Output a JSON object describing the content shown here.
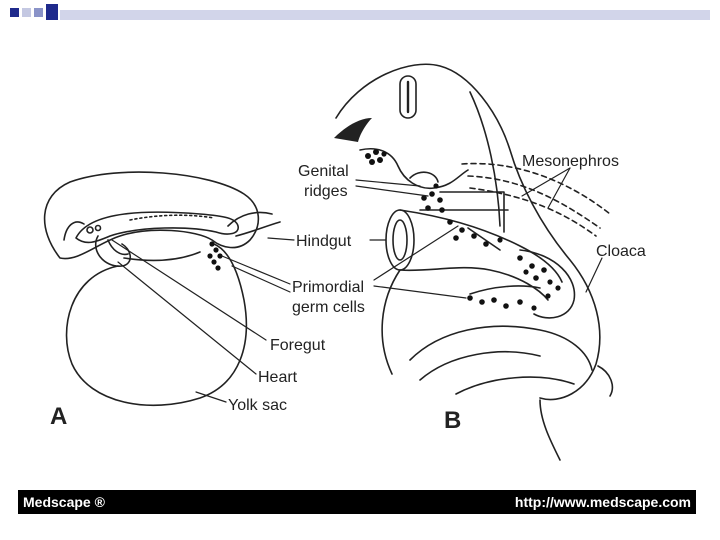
{
  "diagram": {
    "panel_a": {
      "letter": "A",
      "labels": {
        "hindgut": "Hindgut",
        "primordial_1": "Primordial",
        "primordial_2": "germ cells",
        "foregut": "Foregut",
        "heart": "Heart",
        "yolk_sac": "Yolk sac"
      }
    },
    "panel_b": {
      "letter": "B",
      "labels": {
        "genital_1": "Genital",
        "genital_2": "ridges",
        "mesonephros": "Mesonephros",
        "cloaca": "Cloaca"
      }
    }
  },
  "footer": {
    "brand": "Medscape ®",
    "url": "http://www.medscape.com"
  },
  "colors": {
    "header_squares": [
      "#1f2a8c",
      "#8a93c8",
      "#c4c8e2"
    ],
    "footer_bg": "#000000"
  }
}
